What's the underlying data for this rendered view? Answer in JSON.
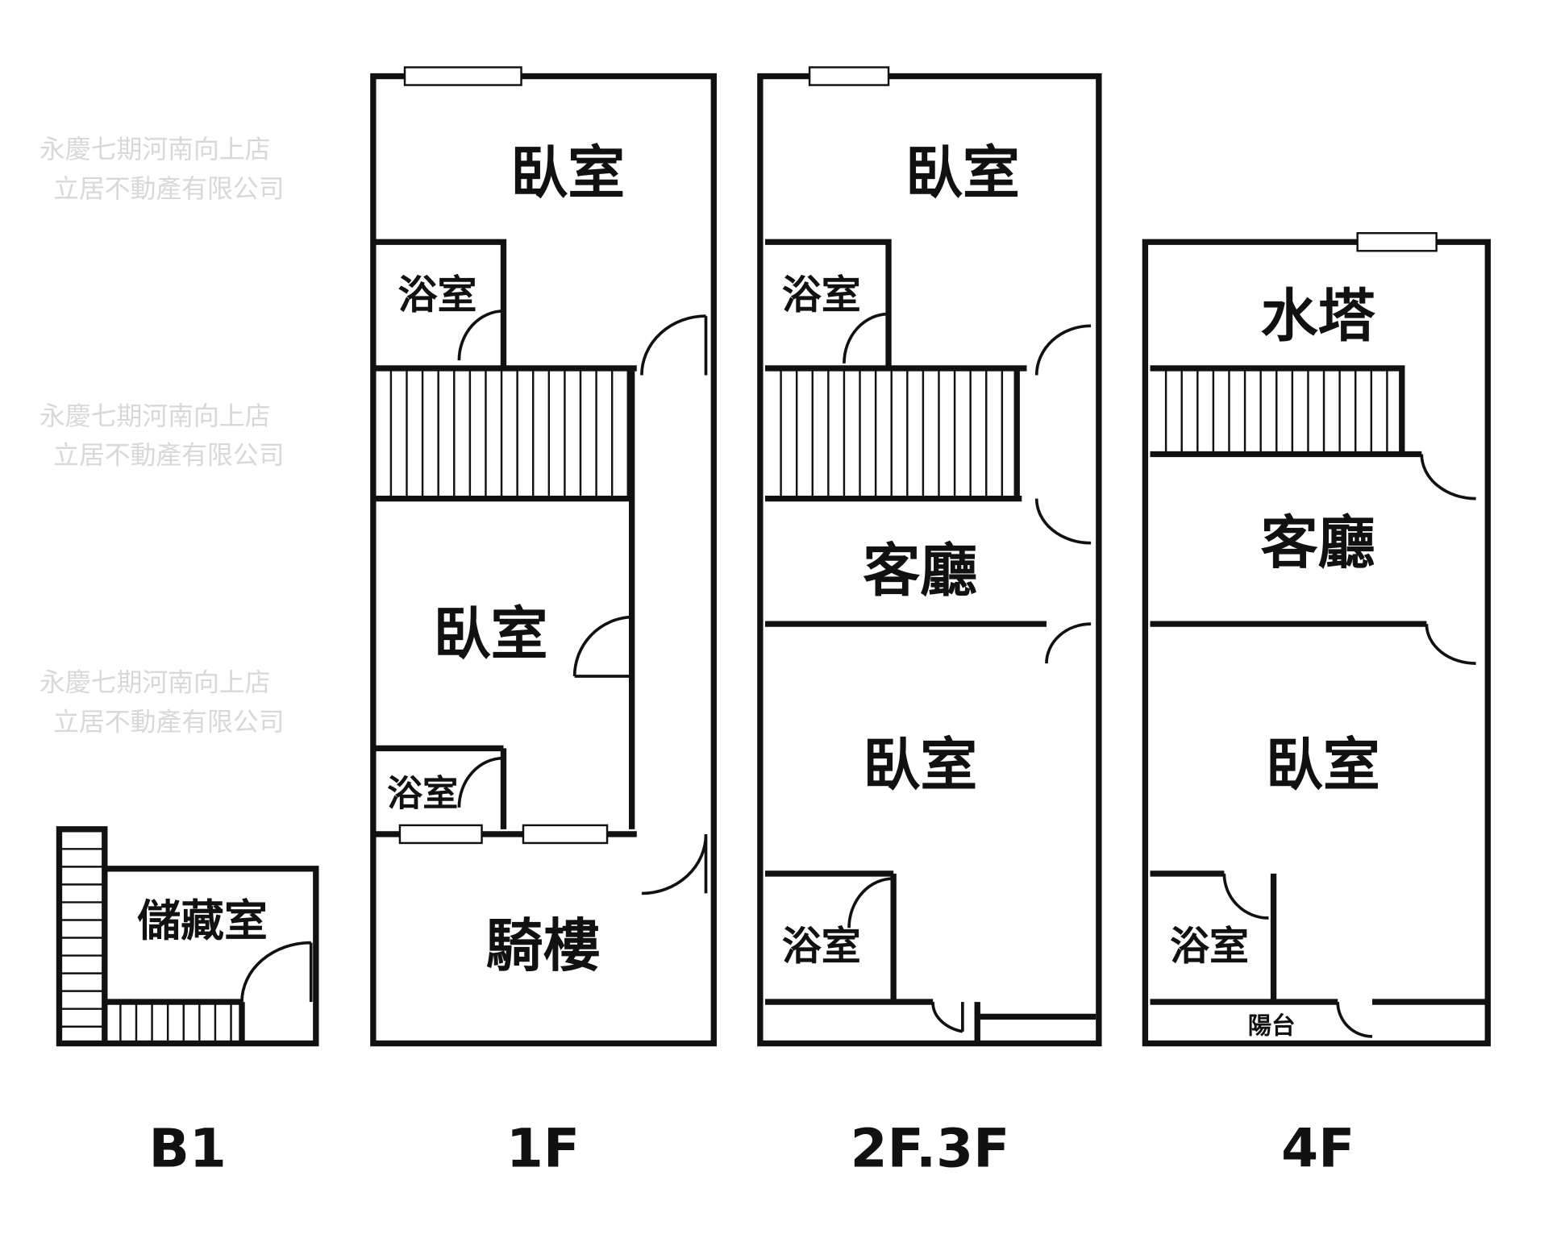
{
  "watermark": {
    "line1": "永慶七期河南向上店",
    "line2": "立居不動產有限公司"
  },
  "floors": {
    "b1": {
      "title": "B1",
      "rooms": {
        "storage": "儲藏室"
      }
    },
    "f1": {
      "title": "1F",
      "rooms": {
        "bedroom_top": "臥室",
        "bath_top": "浴室",
        "bedroom_mid": "臥室",
        "bath_mid": "浴室",
        "arcade": "騎樓"
      }
    },
    "f23": {
      "title": "2F.3F",
      "rooms": {
        "bedroom_top": "臥室",
        "bath_top": "浴室",
        "living": "客廳",
        "bedroom_bottom": "臥室",
        "bath_bottom": "浴室"
      }
    },
    "f4": {
      "title": "4F",
      "rooms": {
        "water_tower": "水塔",
        "living": "客廳",
        "bedroom": "臥室",
        "bath": "浴室",
        "balcony": "陽台"
      }
    }
  }
}
